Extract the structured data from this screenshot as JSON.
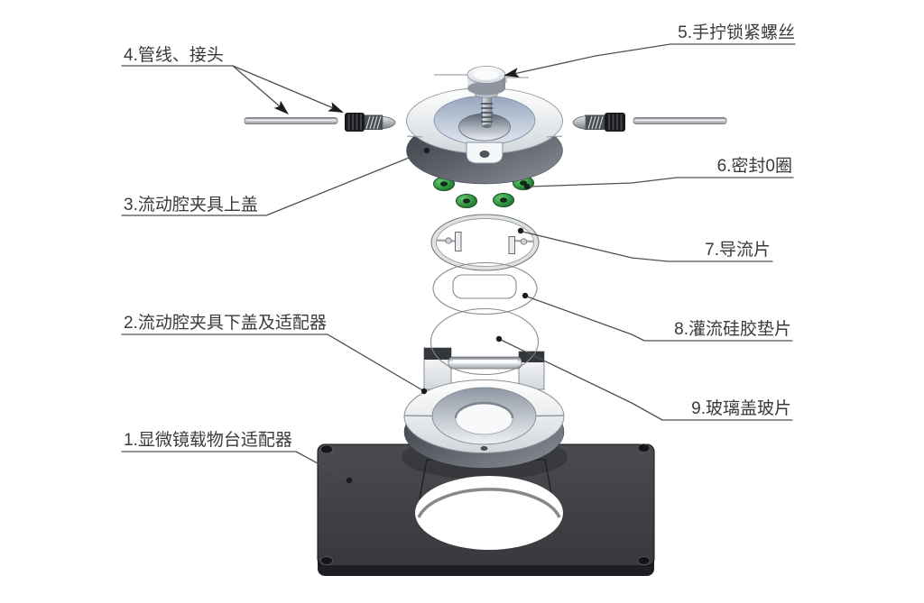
{
  "diagram": {
    "kind": "exploded-assembly-diagram",
    "background": "#ffffff",
    "text_color": "#3a3a3a",
    "leader_color": "#4d4f52",
    "labels": [
      {
        "id": "1",
        "text": "1.显微镜载物台适配器"
      },
      {
        "id": "2",
        "text": "2.流动腔夹具下盖及适配器"
      },
      {
        "id": "3",
        "text": "3.流动腔夹具上盖"
      },
      {
        "id": "4",
        "text": "4.管线、接头"
      },
      {
        "id": "5",
        "text": "5.手拧锁紧螺丝"
      },
      {
        "id": "6",
        "text": "6.密封0圈"
      },
      {
        "id": "7",
        "text": "7.导流片"
      },
      {
        "id": "8",
        "text": "8.灌流硅胶垫片"
      },
      {
        "id": "9",
        "text": "9.玻璃盖玻片"
      }
    ],
    "colors": {
      "o_ring_green": "#3aa148",
      "base_plate": "#3f4043",
      "metal_light": "#eef1f4",
      "metal_dark_side": "#4a4e57",
      "counterbore_blue": "#c3cfdf",
      "fitting_black": "#18191b"
    }
  }
}
